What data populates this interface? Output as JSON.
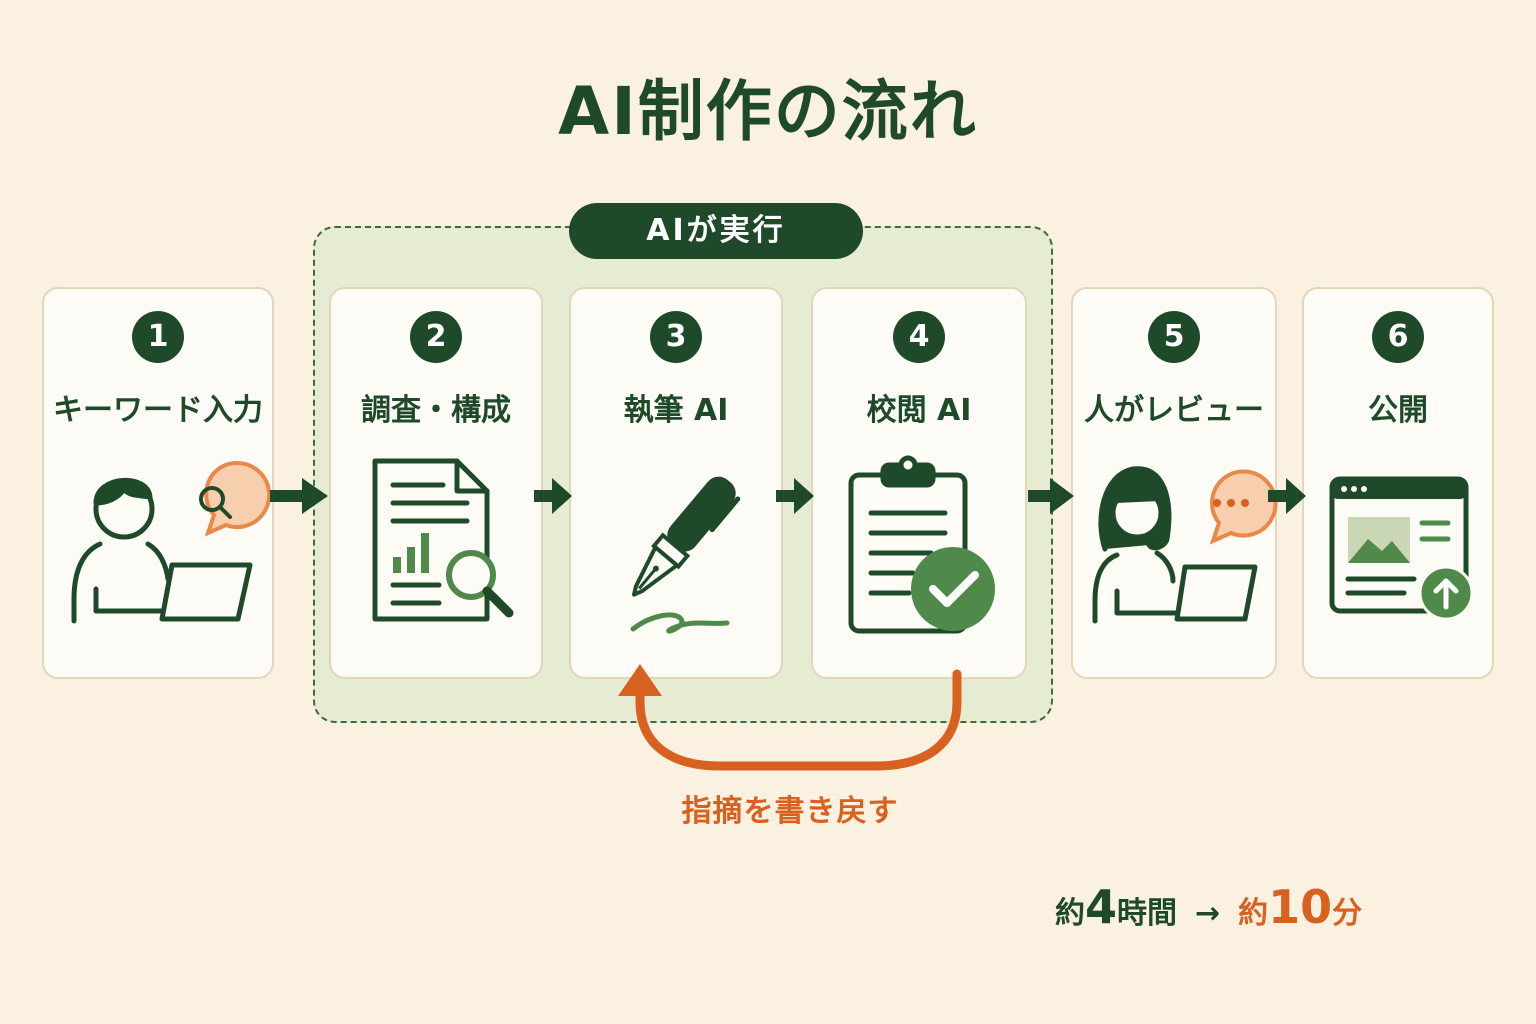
{
  "title": "AI制作の流れ",
  "ai_group_badge": "AIが実行",
  "steps": [
    {
      "number": "1",
      "label": "キーワード入力",
      "icon": "person-laptop-search-icon"
    },
    {
      "number": "2",
      "label": "調査・構成",
      "icon": "document-chart-magnifier-icon"
    },
    {
      "number": "3",
      "label": "執筆 AI",
      "icon": "fountain-pen-icon"
    },
    {
      "number": "4",
      "label": "校閲 AI",
      "icon": "clipboard-check-icon"
    },
    {
      "number": "5",
      "label": "人がレビュー",
      "icon": "person-laptop-comment-icon"
    },
    {
      "number": "6",
      "label": "公開",
      "icon": "browser-upload-icon"
    }
  ],
  "feedback_loop": {
    "label": "指摘を書き戻す"
  },
  "time_comparison": {
    "before_prefix": "約",
    "before_value": "4",
    "before_unit": "時間",
    "arrow": "→",
    "after_prefix": "約",
    "after_value": "10",
    "after_unit": "分"
  },
  "colors": {
    "background": "#fbf1e0",
    "dark_green": "#1f4a2a",
    "mid_green": "#4f8a4a",
    "accent_orange": "#d9611f",
    "ai_group_fill": "#e6ecd2"
  }
}
